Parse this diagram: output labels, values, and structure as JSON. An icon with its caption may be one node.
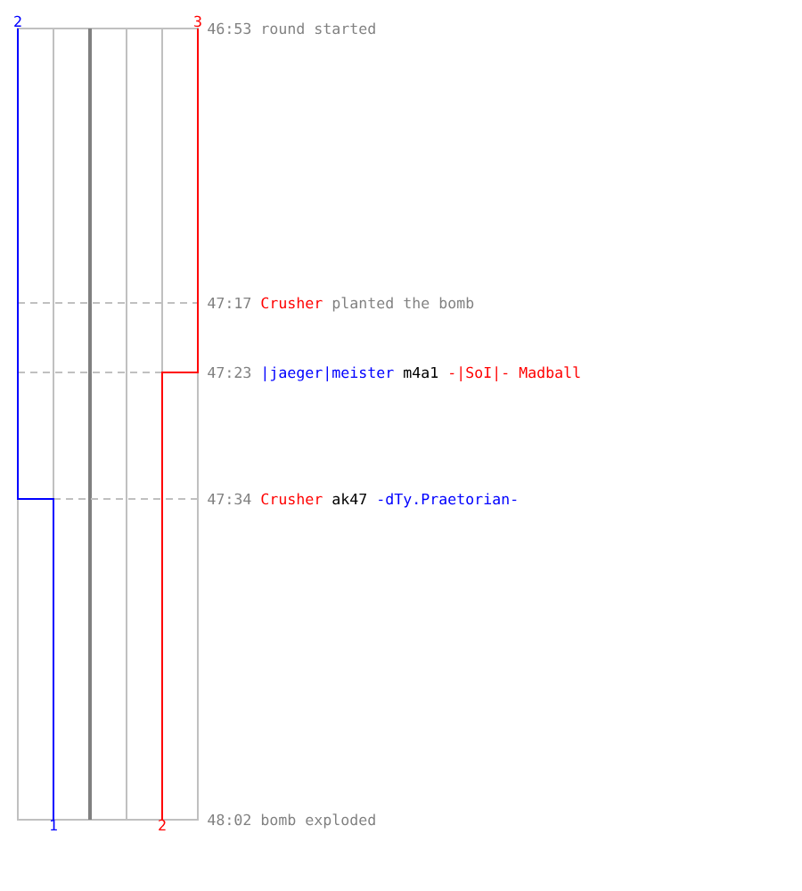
{
  "diagram": {
    "labels": [
      "2",
      "3",
      "46:53 round started",
      "47:17",
      "Crusher",
      "planted the bomb",
      "47:23",
      "|jaeger|meister",
      "m4a1",
      "-|SoI|- Madball",
      "47:34",
      "Crusher",
      "ak47",
      "-dTy.Praetorian-",
      "1",
      "2",
      "48:02 bomb exploded"
    ]
  }
}
